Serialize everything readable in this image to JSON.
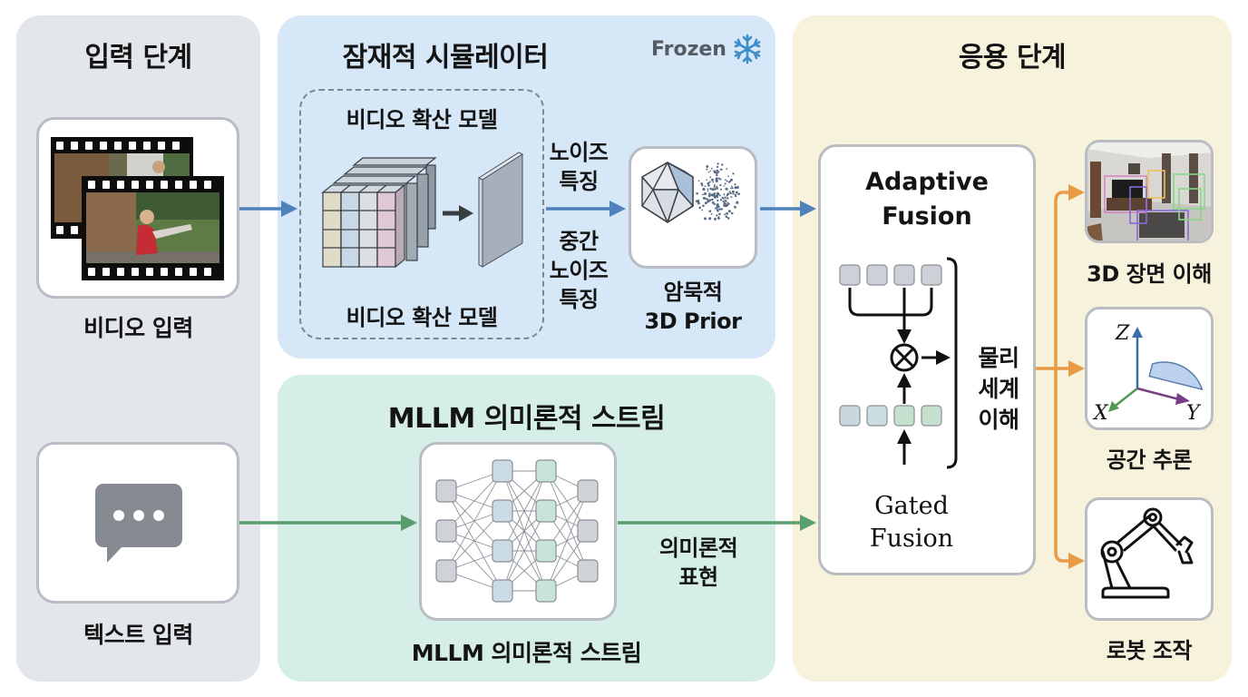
{
  "input_stage": {
    "title": "입력 단계",
    "video_label": "비디오 입력",
    "video_icon": "film-strip-icon",
    "text_label": "텍스트 입력",
    "text_icon": "chat-bubble-icon"
  },
  "latent_simulator": {
    "title": "잠재적 시뮬레이터",
    "frozen_label": "Frozen",
    "frozen_icon": "snowflake-icon",
    "diffusion_top_label": "비디오 확산 모델",
    "diffusion_bottom_label": "비디오 확산 모델",
    "noise_feature_label": [
      "노이즈",
      "특징"
    ],
    "mid_noise_feature_label": [
      "중간",
      "노이즈",
      "특징"
    ],
    "prior_label": [
      "암묵적",
      "3D Prior"
    ],
    "prior_icon": "icosahedron-point-cloud-icon"
  },
  "mllm_stream": {
    "title": "MLLM 의미론적 스트림",
    "caption": "MLLM 의미론적 스트림",
    "network_icon": "neural-network-icon",
    "output_label": [
      "의미론적",
      "표현"
    ]
  },
  "application_stage": {
    "title": "응용 단계",
    "fusion_title": [
      "Adaptive",
      "Fusion"
    ],
    "gated_label": [
      "Gated",
      "Fusion"
    ],
    "physical_label": [
      "물리",
      "세계",
      "이해"
    ],
    "outputs": [
      {
        "label": "3D 장면 이해",
        "icon": "3d-scene-icon"
      },
      {
        "label": "공간 추론",
        "icon": "axes-protractor-icon",
        "axes": [
          "Z",
          "X",
          "Y"
        ]
      },
      {
        "label": "로봇 조작",
        "icon": "robot-arm-icon"
      }
    ]
  },
  "colors": {
    "input_panel": "#e3e6ea",
    "simulator_panel": "#d6e7f7",
    "mllm_panel": "#d5efe8",
    "application_panel": "#f6f2dc",
    "blue_arrow": "#4f82bb",
    "green_arrow": "#5a9e6e",
    "orange_arrow": "#e89a45",
    "frozen_text": "#555b62",
    "snowflake": "#3e8ec9"
  }
}
